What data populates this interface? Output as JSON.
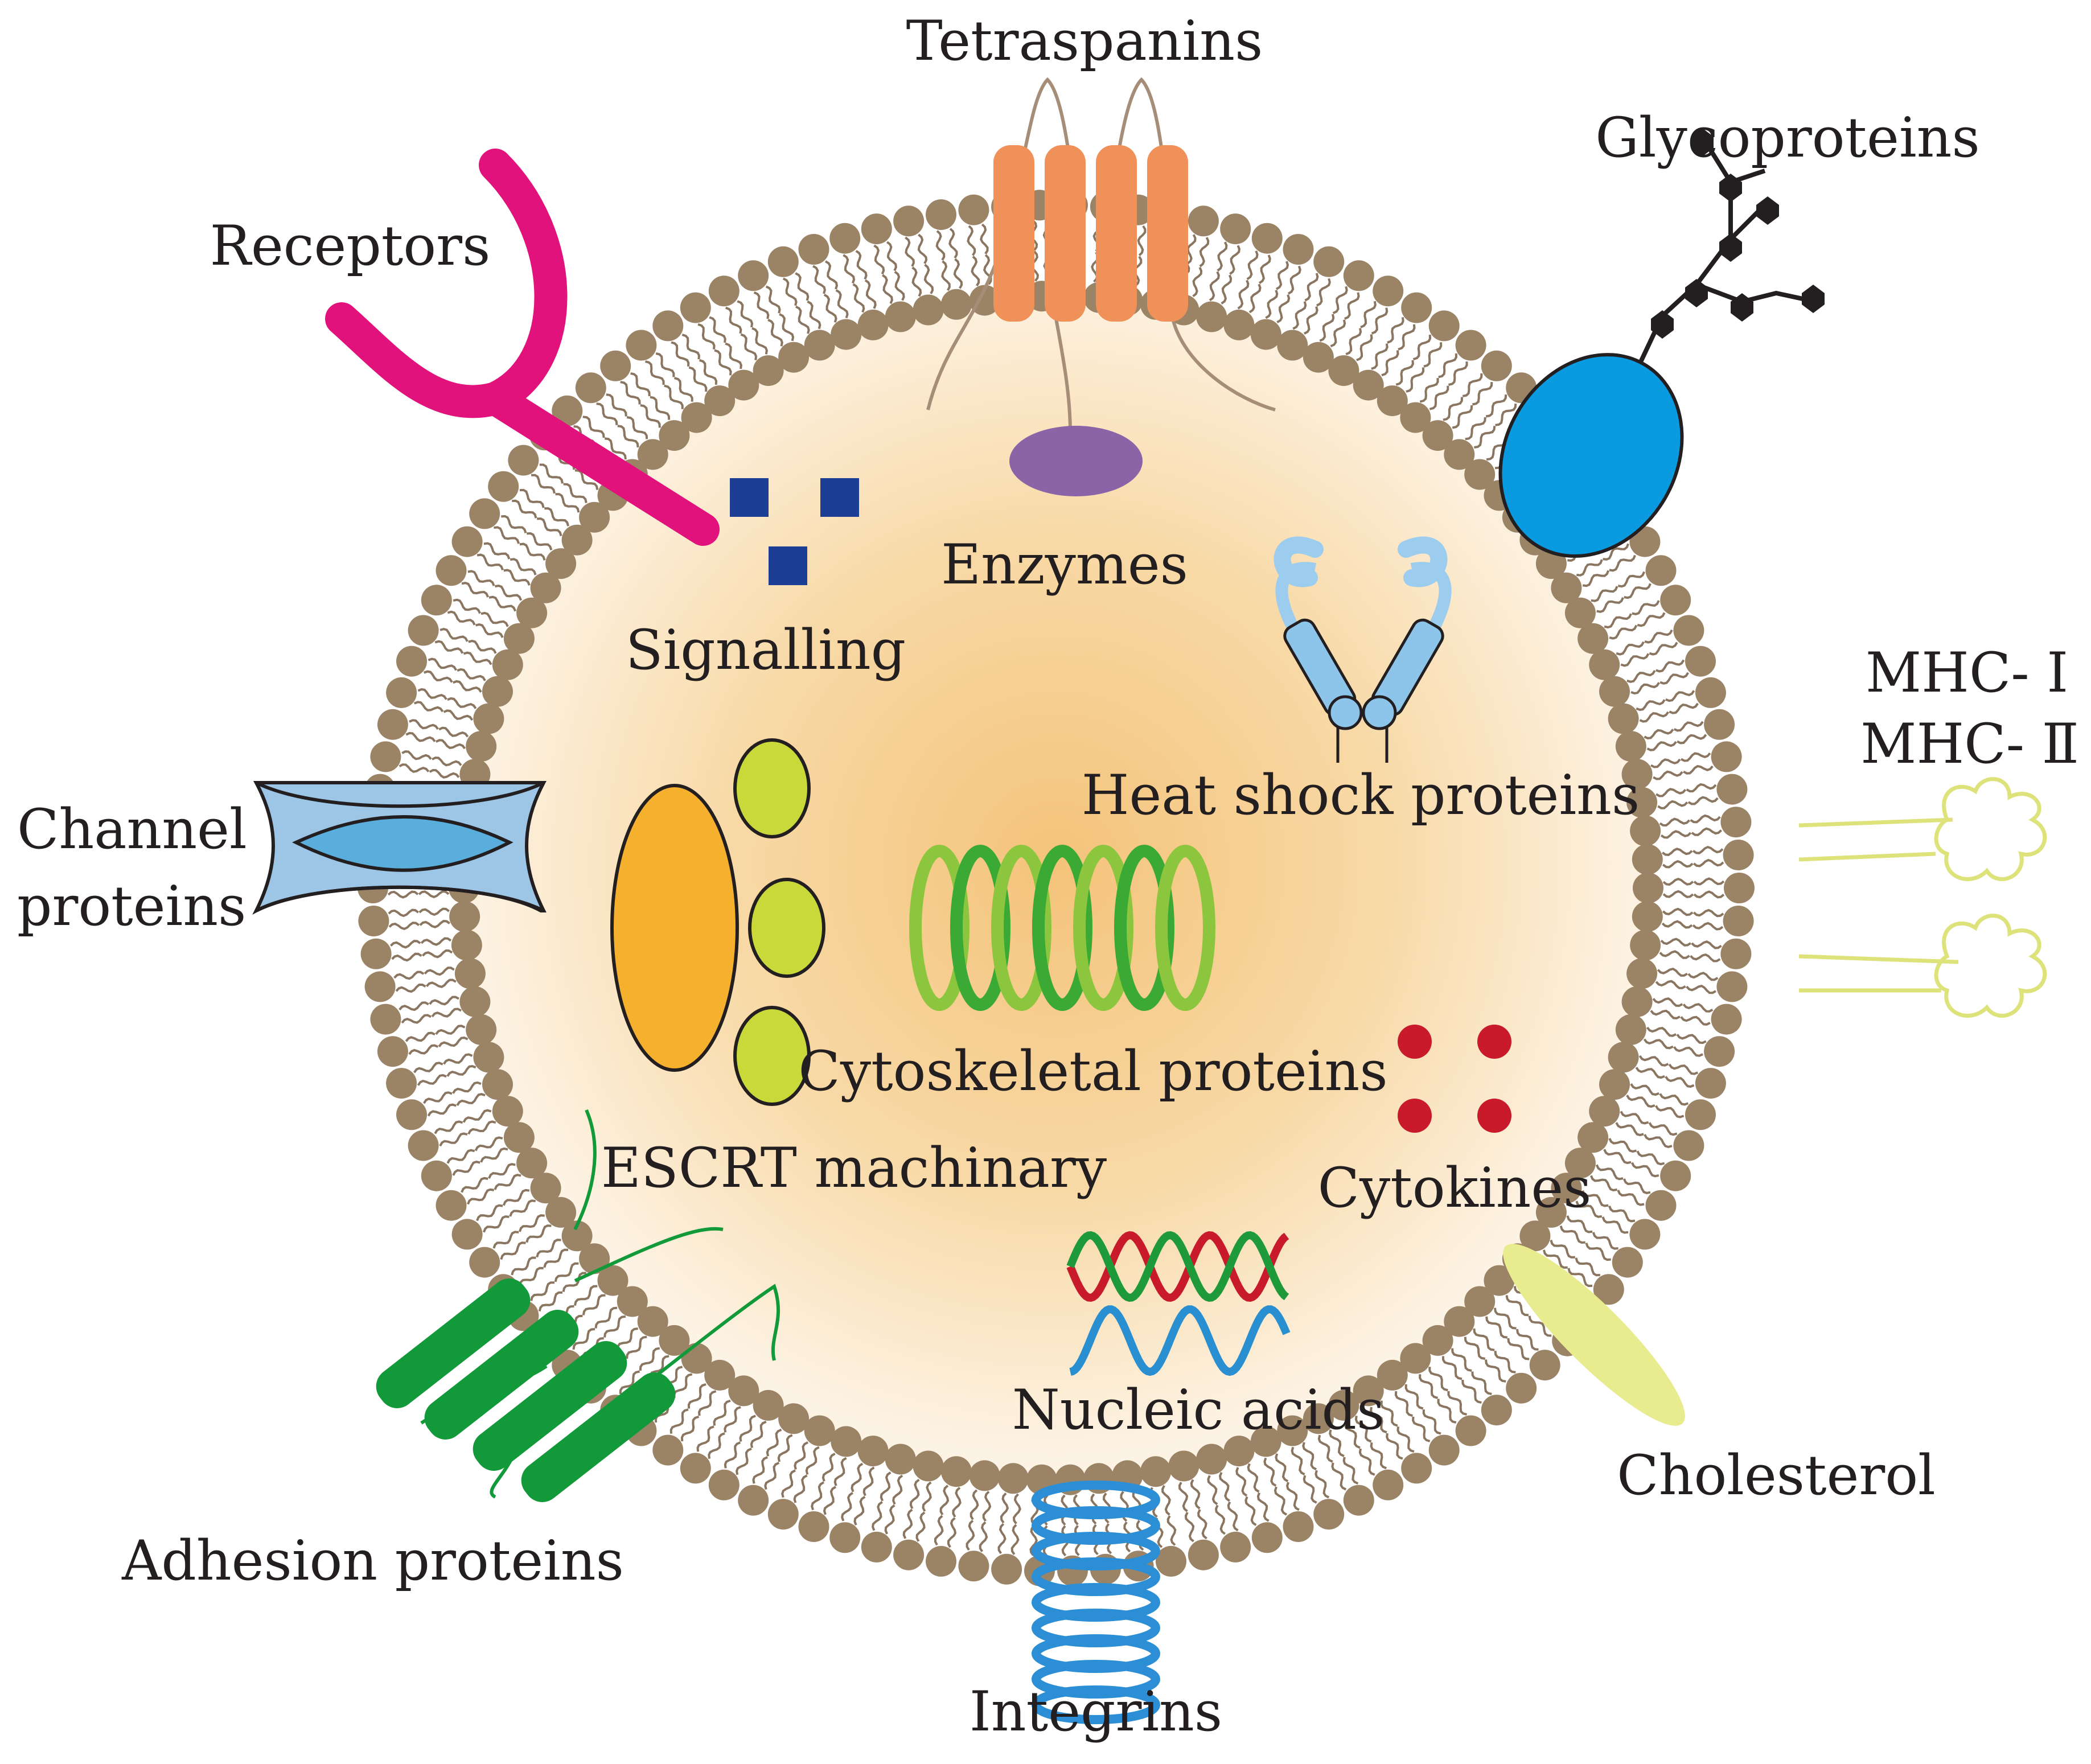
{
  "labels": {
    "tetraspanins": "Tetraspanins",
    "glycoproteins": "Glycoproteins",
    "receptors": "Receptors",
    "enzymes": "Enzymes",
    "signalling": "Signalling",
    "heat_shock": "Heat shock proteins",
    "mhc1": "MHC- Ⅰ",
    "mhc2": "MHC- Ⅱ",
    "channel_line1": "Channel",
    "channel_line2": "proteins",
    "cytoskeletal": "Cytoskeletal proteins",
    "escrt": "ESCRT machinary",
    "cytokines": "Cytokines",
    "nucleic_acids": "Nucleic acids",
    "adhesion": "Adhesion proteins",
    "cholesterol": "Cholesterol",
    "integrins": "Integrins"
  },
  "colors": {
    "lipid_head": "#9b8366",
    "lipid_tail": "#8a7660",
    "lumen_center": "#f4c37a",
    "lumen_edge": "#fdf3e4",
    "tetraspanin": "#f0915a",
    "receptor": "#e2127c",
    "glycoprotein": "#0a9ae0",
    "sugar": "#231f20",
    "enzyme": "#8b64a8",
    "signalling": "#1c3f95",
    "heat_shock": "#9ccdee",
    "channel": "#5aaedc",
    "escrt_main": "#f5b02e",
    "escrt_sub": "#c9d93a",
    "cytoskeletal": "#8cc63f",
    "cytokine": "#c81a2a",
    "dna_green": "#1f9a3a",
    "dna_red": "#c81a2a",
    "dna_blue": "#2a8fd0",
    "adhesion": "#129a3a",
    "integrin": "#2c8fd6",
    "cholesterol": "#e8eb8e",
    "mhc": "#dde27a"
  }
}
